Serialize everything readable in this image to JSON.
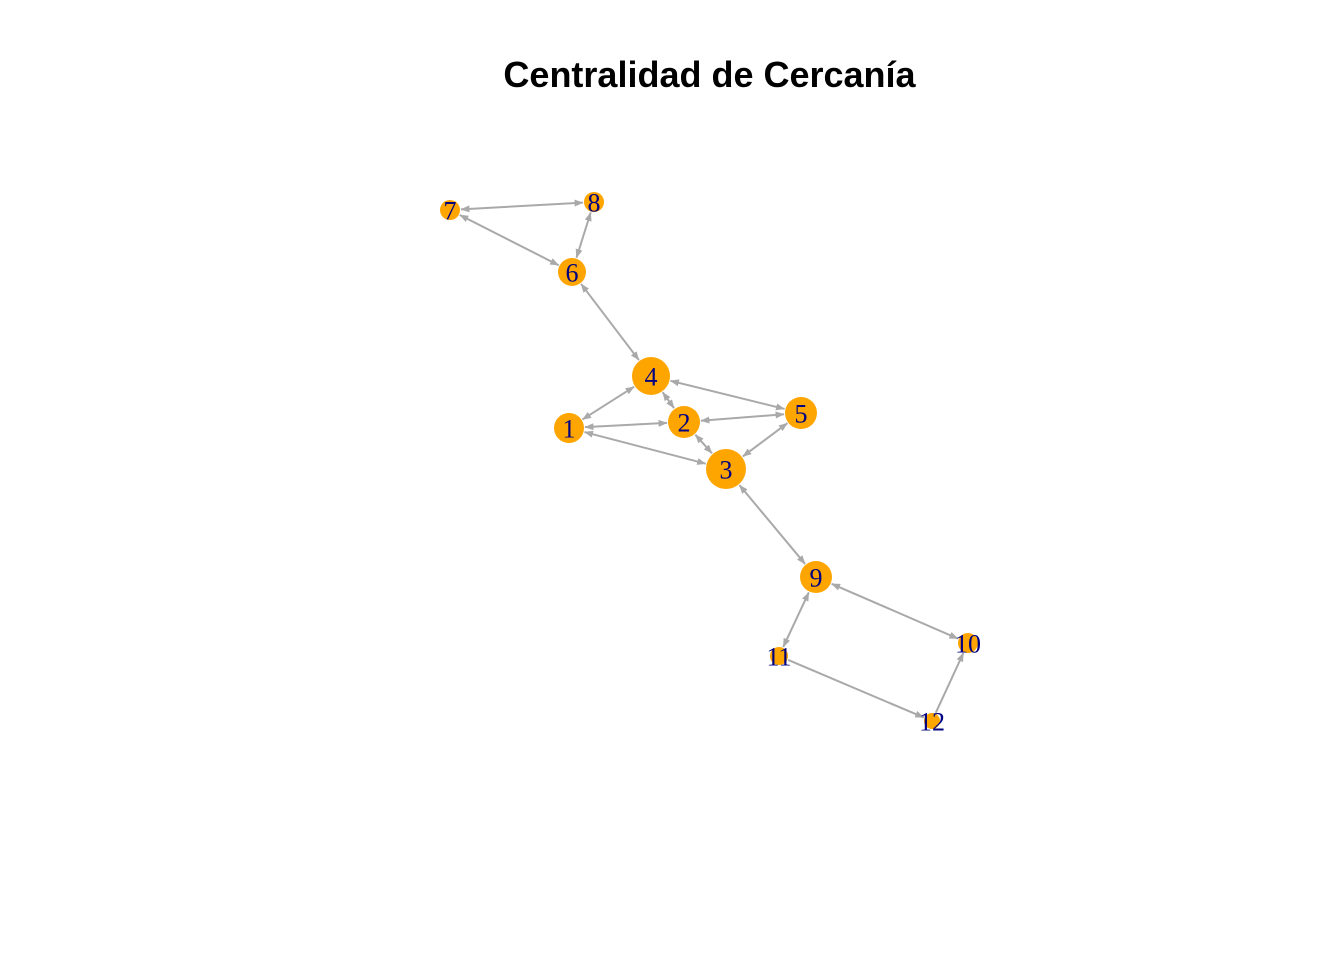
{
  "title": "Centralidad de Cercanía",
  "colors": {
    "node_fill": "#FFA500",
    "label": "#000080",
    "edge": "#A9A9A9",
    "background": "#FFFFFF"
  },
  "graph": {
    "directed": true,
    "nodes": [
      {
        "id": "1",
        "label": "1"
      },
      {
        "id": "2",
        "label": "2"
      },
      {
        "id": "3",
        "label": "3"
      },
      {
        "id": "4",
        "label": "4"
      },
      {
        "id": "5",
        "label": "5"
      },
      {
        "id": "6",
        "label": "6"
      },
      {
        "id": "7",
        "label": "7"
      },
      {
        "id": "8",
        "label": "8"
      },
      {
        "id": "9",
        "label": "9"
      },
      {
        "id": "10",
        "label": "10"
      },
      {
        "id": "11",
        "label": "11"
      },
      {
        "id": "12",
        "label": "12"
      }
    ],
    "edges": [
      {
        "from": "1",
        "to": "4",
        "bidirectional": true
      },
      {
        "from": "1",
        "to": "2",
        "bidirectional": true
      },
      {
        "from": "1",
        "to": "3",
        "bidirectional": true
      },
      {
        "from": "2",
        "to": "4",
        "bidirectional": true
      },
      {
        "from": "2",
        "to": "3",
        "bidirectional": true
      },
      {
        "from": "2",
        "to": "5",
        "bidirectional": true
      },
      {
        "from": "4",
        "to": "5",
        "bidirectional": true
      },
      {
        "from": "3",
        "to": "5",
        "bidirectional": true
      },
      {
        "from": "4",
        "to": "6",
        "bidirectional": true
      },
      {
        "from": "6",
        "to": "7",
        "bidirectional": true
      },
      {
        "from": "6",
        "to": "8",
        "bidirectional": true
      },
      {
        "from": "7",
        "to": "8",
        "bidirectional": true
      },
      {
        "from": "3",
        "to": "9",
        "bidirectional": true
      },
      {
        "from": "9",
        "to": "10",
        "bidirectional": true
      },
      {
        "from": "9",
        "to": "11",
        "bidirectional": true
      },
      {
        "from": "11",
        "to": "12",
        "bidirectional": false
      },
      {
        "from": "12",
        "to": "10",
        "bidirectional": false
      }
    ]
  }
}
